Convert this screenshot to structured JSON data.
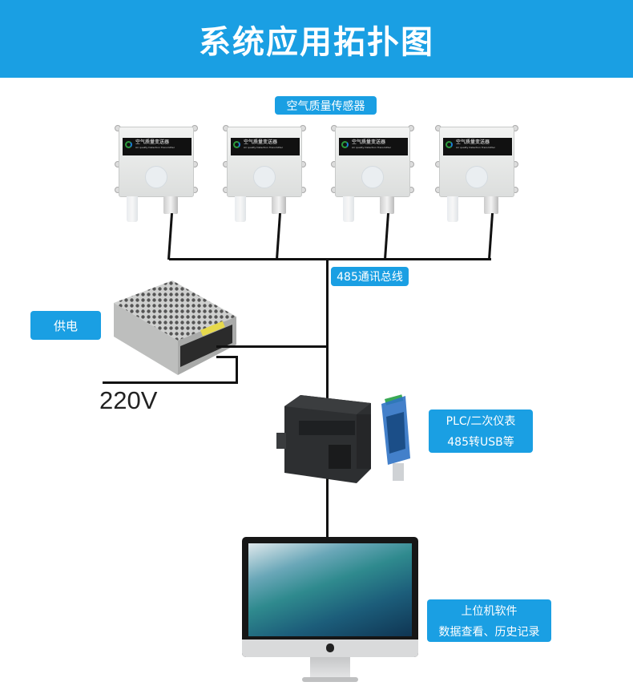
{
  "header": {
    "title": "系统应用拓扑图"
  },
  "labels": {
    "sensors": "空气质量传感器",
    "bus": "485通讯总线",
    "power": "供电",
    "voltage": "220V",
    "plc_line1": "PLC/二次仪表",
    "plc_line2": "485转USB等",
    "pc_line1": "上位机软件",
    "pc_line2": "数据查看、历史记录"
  },
  "sensor_device": {
    "name": "空气质量变送器",
    "subtitle": "Air quality Detection Transmitter"
  },
  "sensor_count": 4,
  "colors": {
    "accent": "#1a9fe3",
    "line": "#111111"
  }
}
